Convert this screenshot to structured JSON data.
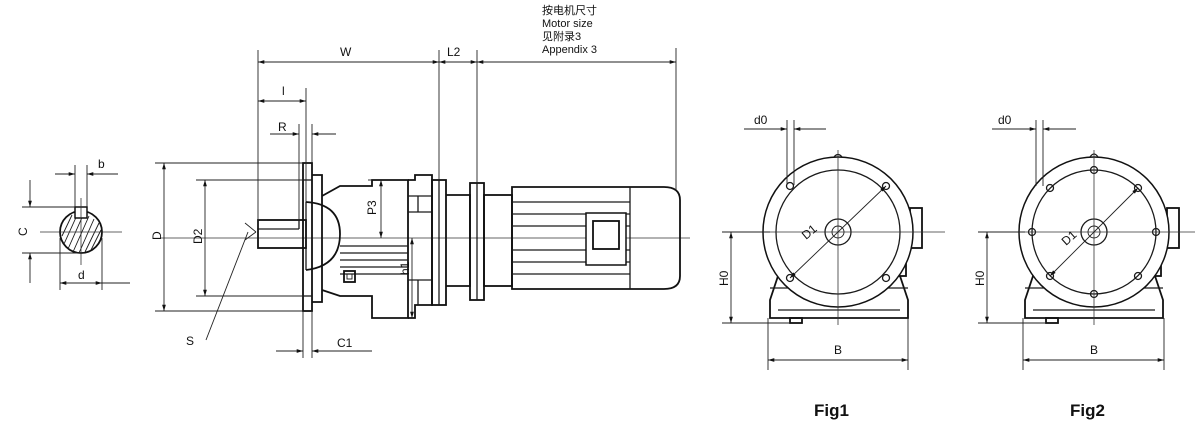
{
  "motor_note": {
    "line1": "按电机尺寸",
    "line2": "Motor size",
    "line3": "见附录3",
    "line4": "Appendix 3"
  },
  "dimensions": {
    "W": "W",
    "L2": "L2",
    "l": "l",
    "R": "R",
    "P3": "P3",
    "h1": "h1",
    "D": "D",
    "D2": "D2",
    "S": "S",
    "C1": "C1",
    "b": "b",
    "C": "C",
    "d": "d",
    "d0": "d0",
    "D1": "D1",
    "H0": "H0",
    "B": "B"
  },
  "figures": {
    "fig1": "Fig1",
    "fig2": "Fig2"
  }
}
